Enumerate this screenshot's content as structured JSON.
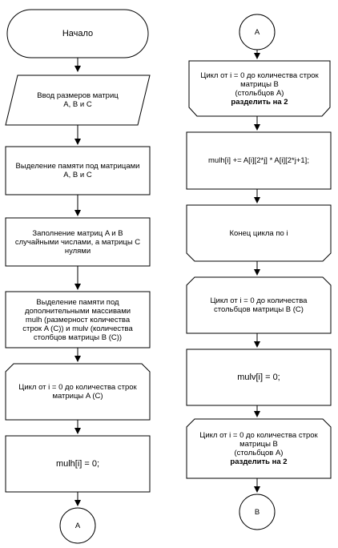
{
  "left": {
    "start": "Начало",
    "input": [
      "Ввод размеров матриц",
      "A, B и C"
    ],
    "alloc": [
      "Выделение памяти под матрицами",
      "A, B и C"
    ],
    "fill": [
      "Заполнение матриц A и B",
      "случайными числами, а матрицы C",
      "нулями"
    ],
    "alloc_extra": [
      "Выделение памяти под",
      "дополнительными массивами",
      "mulh (размерност количества",
      "строк A (C)) и mulv (количества",
      "столбцов матрицы B (C))"
    ],
    "loop": [
      "Цикл от i = 0 до количества строк",
      "матрицы A (C)"
    ],
    "assign": "mulh[i] = 0;",
    "connector": "A"
  },
  "right": {
    "connector_top": "A",
    "loop1": [
      "Цикл от i = 0 до количества строк",
      "матрицы B",
      "(стольбцов  A)"
    ],
    "loop1_bold": "разделить на 2",
    "calc": "mulh[i] += A[i][2*j] * A[i][2*j+1];",
    "loop_end": "Конец цикла по i",
    "loop2": [
      "Цикл от i = 0 до количества",
      "стольбцов матрицы B (C)"
    ],
    "assign": "mulv[i] = 0;",
    "loop3": [
      "Цикл от i = 0 до количества строк",
      "матрицы B",
      "(стольбцов  A)"
    ],
    "loop3_bold": "разделить на 2",
    "connector_bottom": "B"
  }
}
